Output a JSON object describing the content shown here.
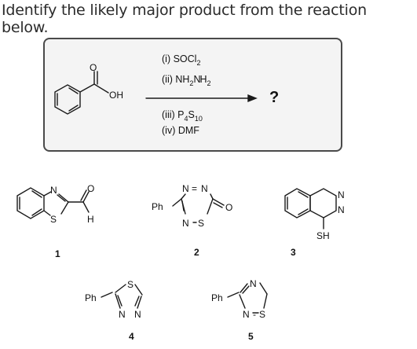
{
  "question": "Identify the likely major product from the reaction below.",
  "reaction": {
    "conditions": [
      "(i) SOCl",
      "(ii) NH",
      "(iii) P",
      "(iv) DMF"
    ],
    "subscript_2": "2",
    "cond_ii_mid": "N",
    "cond_ii_sub": "2",
    "cond_iii_mid": "S",
    "cond_iii_sub_4": "4",
    "cond_iii_sub_10": "10",
    "product": "?",
    "reactant_oh": "OH",
    "reactant_o": "O"
  },
  "options": [
    {
      "number": "1",
      "atoms": {
        "n": "N",
        "s": "S",
        "o": "O",
        "h": "H"
      }
    },
    {
      "number": "2",
      "atoms": {
        "ph": "Ph",
        "n1": "N",
        "eq": "=",
        "n2": "N",
        "o": "O",
        "n3": "N",
        "s": "S"
      }
    },
    {
      "number": "3",
      "atoms": {
        "n1": "N",
        "n2": "N",
        "sh": "SH"
      }
    },
    {
      "number": "4",
      "atoms": {
        "ph": "Ph",
        "s": "S",
        "n1": "N",
        "n2": "N"
      }
    },
    {
      "number": "5",
      "atoms": {
        "ph": "Ph",
        "n": "N",
        "s": "S"
      }
    }
  ]
}
